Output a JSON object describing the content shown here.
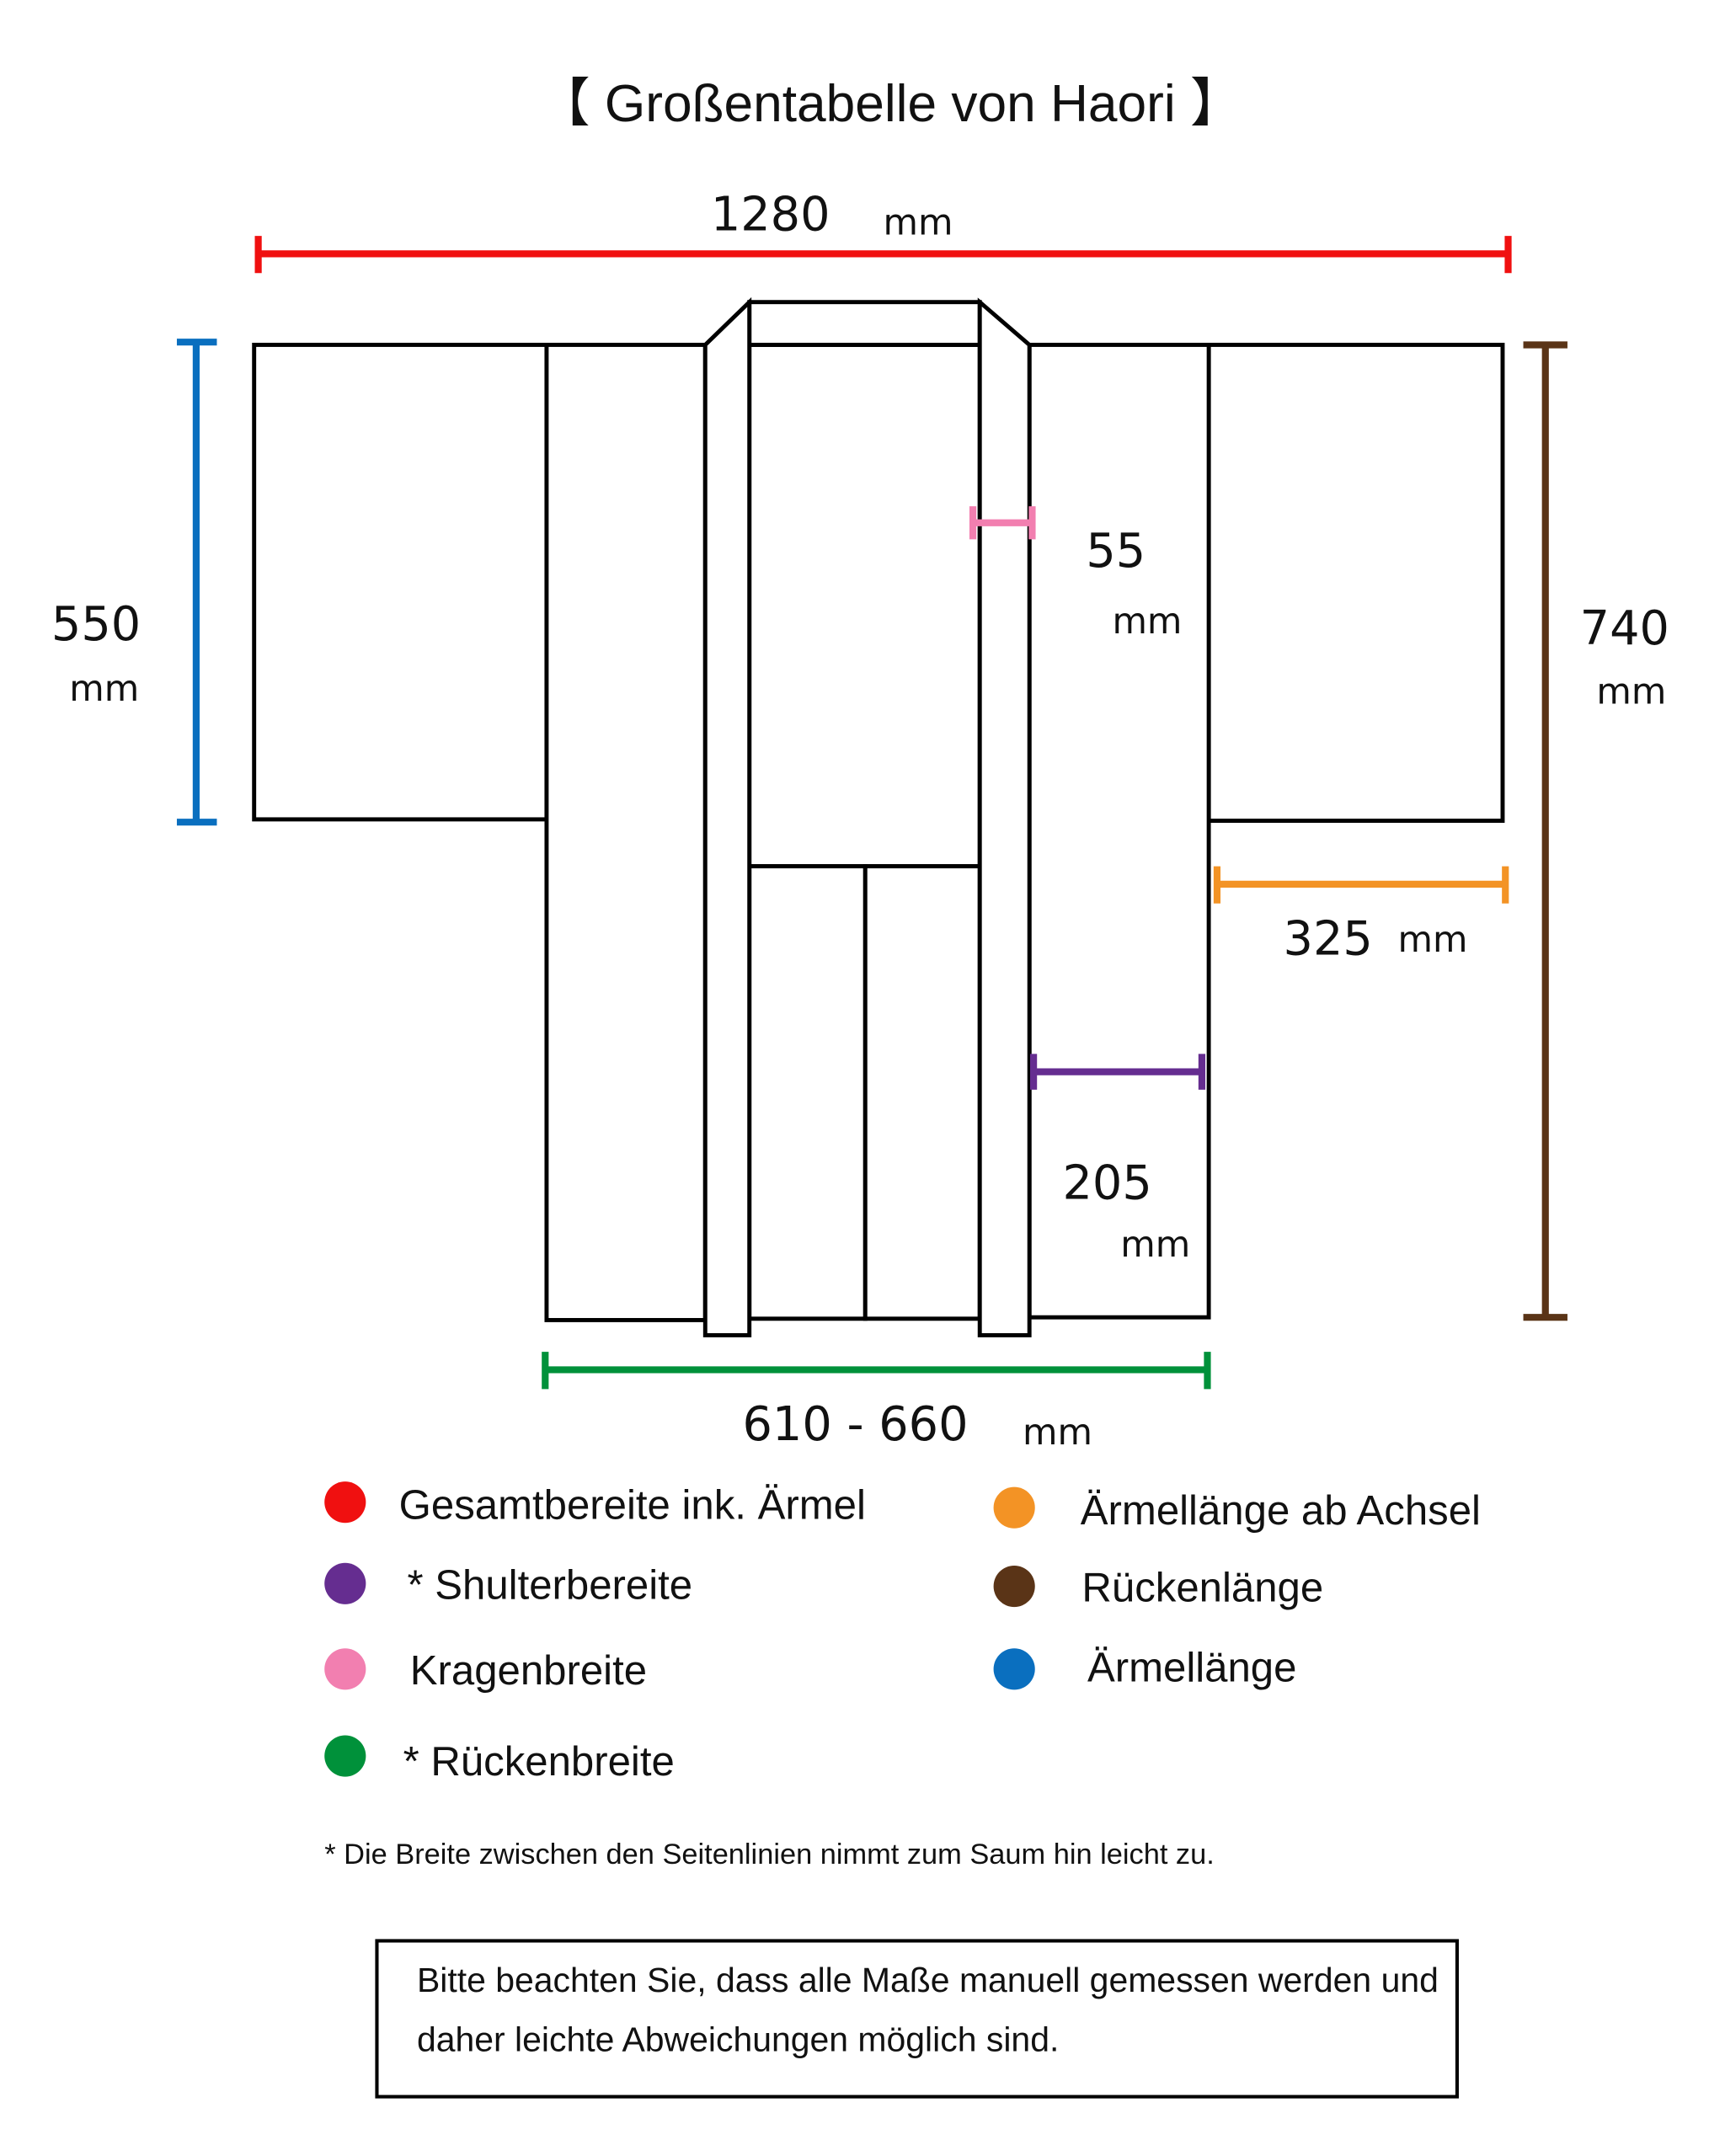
{
  "title": "【 Großentabelle von Haori 】",
  "measurements": {
    "total_width": {
      "value": "1280",
      "unit": "mm",
      "color": "#f01010"
    },
    "sleeve_length": {
      "value": "550",
      "unit": "mm",
      "color": "#0a6fbf"
    },
    "back_length": {
      "value": "740",
      "unit": "mm",
      "color": "#5a3417"
    },
    "collar_width": {
      "value": "55",
      "unit": "mm",
      "color": "#f27fb0"
    },
    "sleeve_from_armpit": {
      "value": "325",
      "unit": "mm",
      "color": "#f39325"
    },
    "shoulder_width": {
      "value": "205",
      "unit": "mm",
      "color": "#652d90"
    },
    "back_width": {
      "value": "610 - 660",
      "unit": "mm",
      "color": "#00913a"
    }
  },
  "legend": {
    "left": [
      {
        "label": "Gesamtbereite ink. Ärmel",
        "color": "#f01010"
      },
      {
        "label": "* Shulterbereite",
        "color": "#652d90"
      },
      {
        "label": "Kragenbreite",
        "color": "#f27fb0"
      },
      {
        "label": "* Rückenbreite",
        "color": "#00913a"
      }
    ],
    "right": [
      {
        "label": "Ärmellänge ab Achsel",
        "color": "#f39325"
      },
      {
        "label": "Rückenlänge",
        "color": "#5a3417"
      },
      {
        "label": "Ärmellänge",
        "color": "#0a6fbf"
      }
    ]
  },
  "footnote": "* Die Breite zwischen den Seitenlinien nimmt zum Saum hin leicht zu.",
  "notice": {
    "line1": "Bitte beachten Sie, dass alle Maße manuell gemessen werden und",
    "line2": "daher leichte Abweichungen möglich sind."
  }
}
